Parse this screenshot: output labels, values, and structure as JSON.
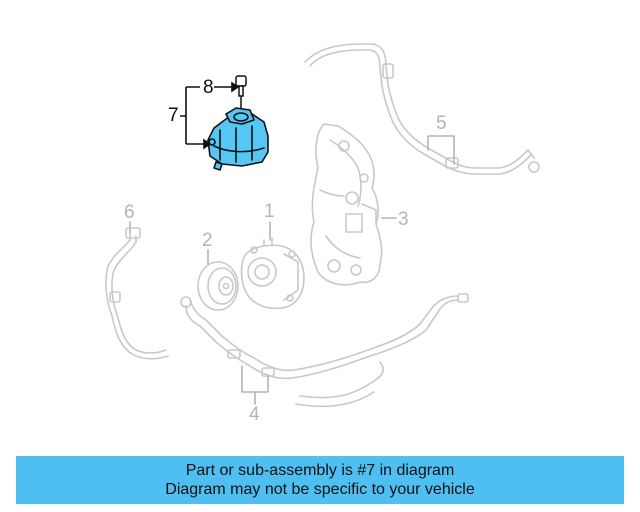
{
  "callouts": [
    {
      "id": "1",
      "label": "1",
      "state": "dim"
    },
    {
      "id": "2",
      "label": "2",
      "state": "dim"
    },
    {
      "id": "3",
      "label": "3",
      "state": "dim"
    },
    {
      "id": "4",
      "label": "4",
      "state": "dim"
    },
    {
      "id": "5",
      "label": "5",
      "state": "dim"
    },
    {
      "id": "6",
      "label": "6",
      "state": "dim"
    },
    {
      "id": "7",
      "label": "7",
      "state": "active"
    },
    {
      "id": "8",
      "label": "8",
      "state": "active"
    }
  ],
  "banner": {
    "line1": "Part or sub-assembly is #7 in diagram",
    "line2": "Diagram may not be specific to your vehicle"
  },
  "colors": {
    "highlight_fill": "#56c6f5",
    "banner_bg": "#4fbff2",
    "dim_line": "#c8c8c8",
    "active_line": "#111111"
  }
}
